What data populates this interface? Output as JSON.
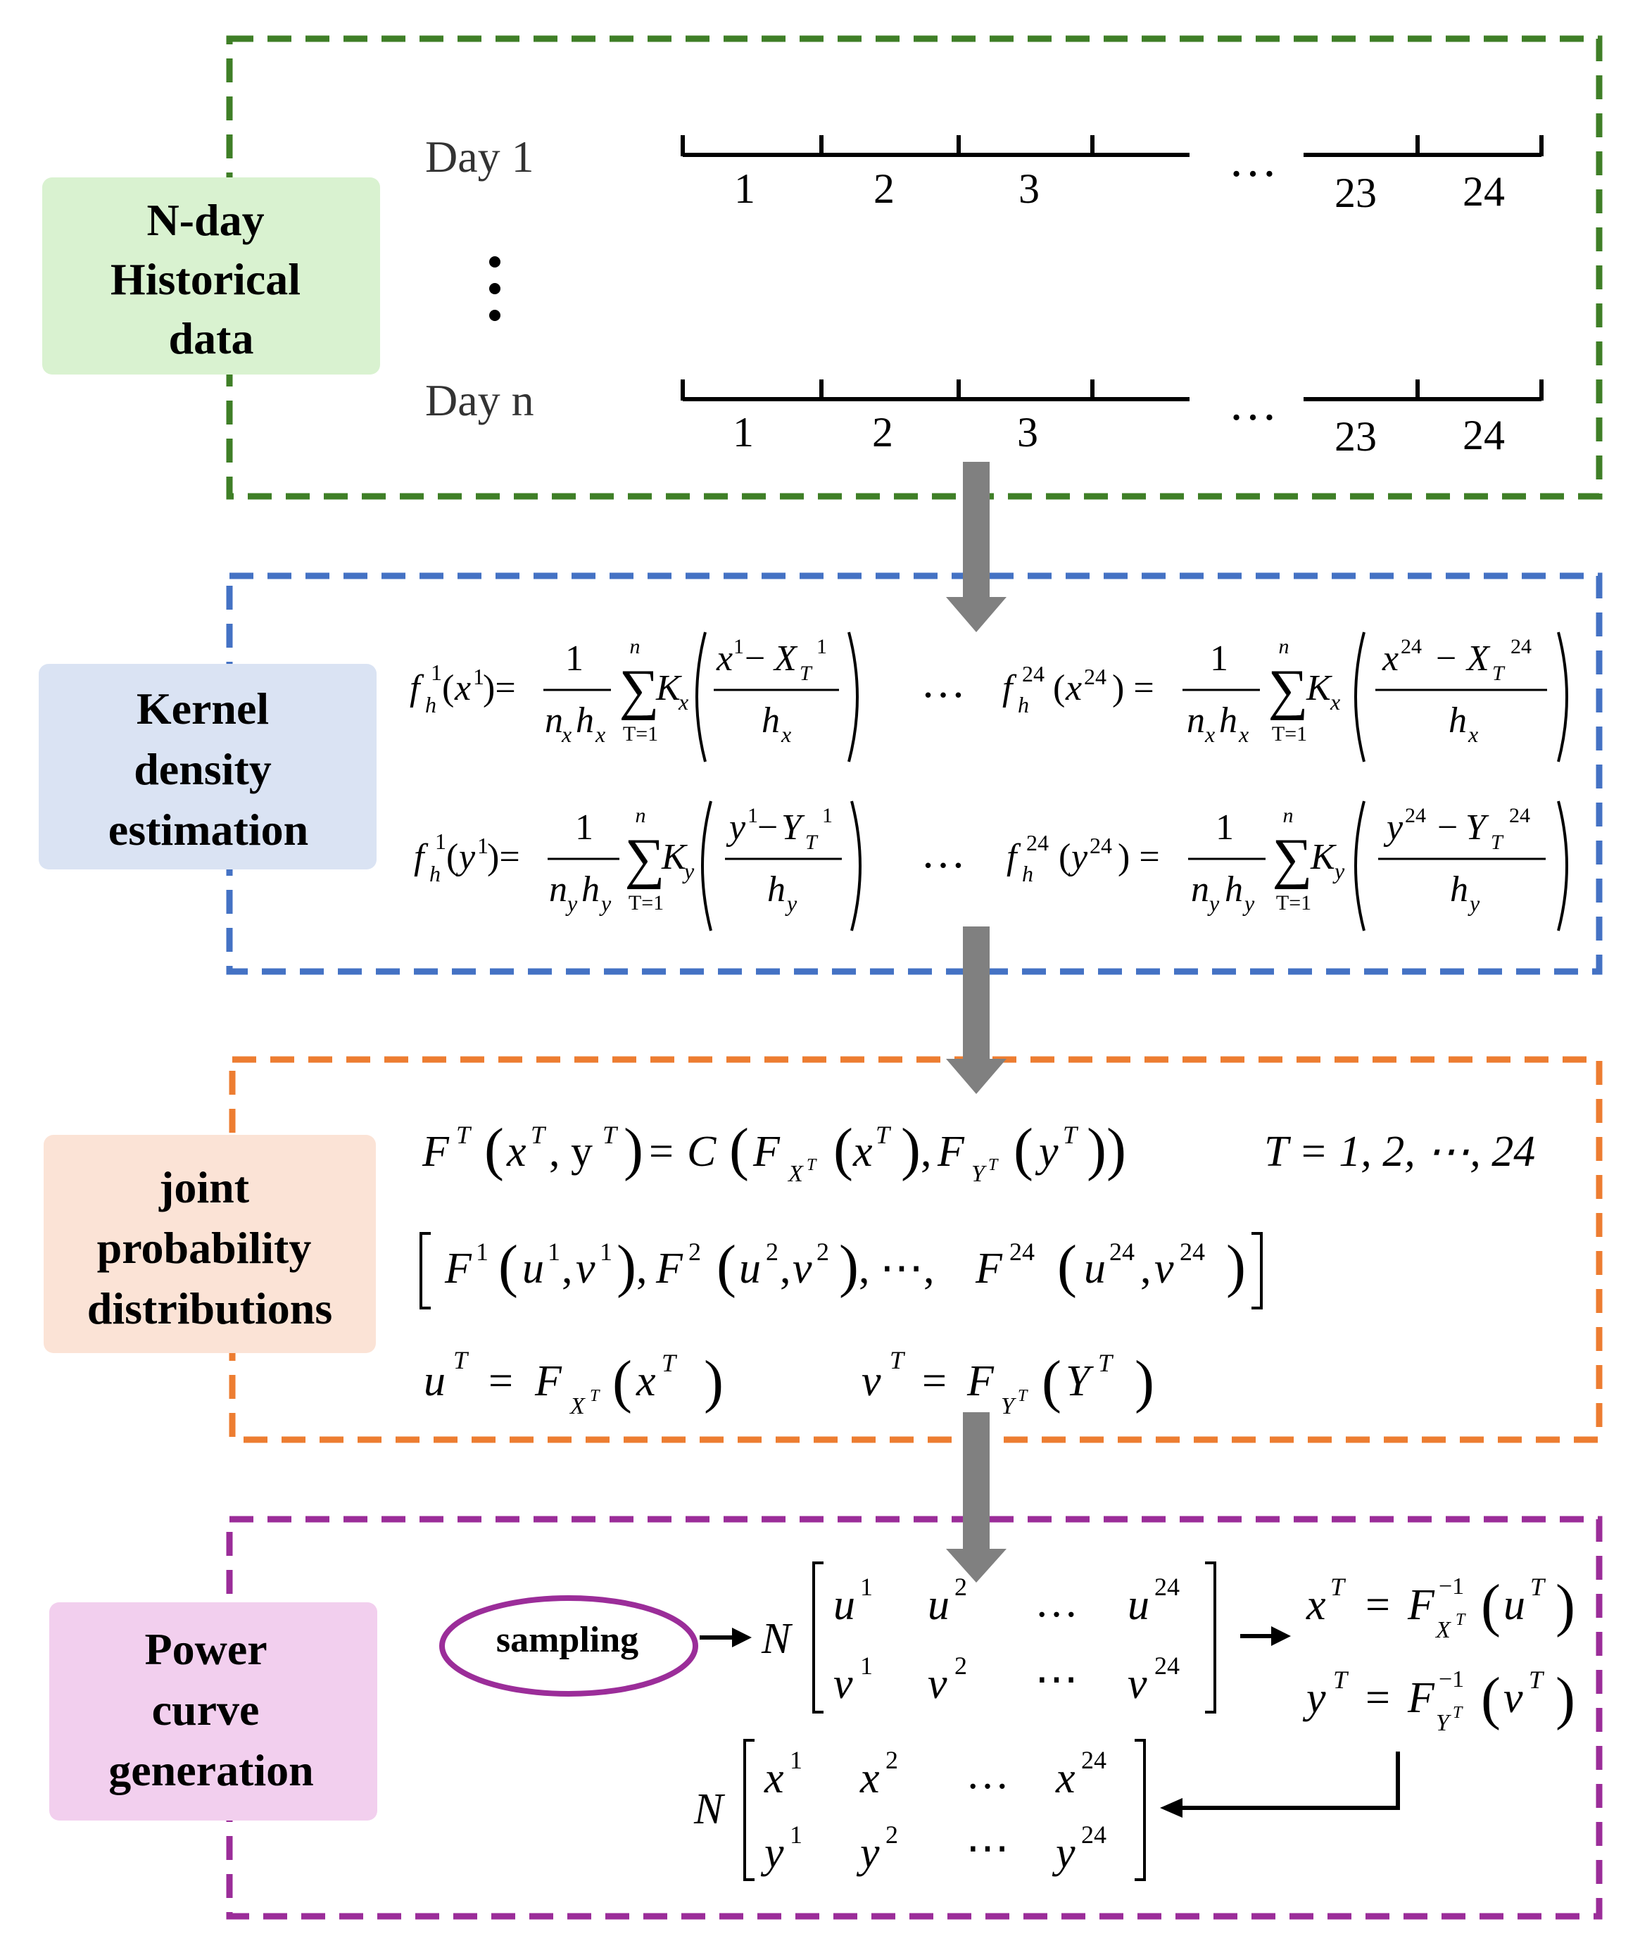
{
  "colors": {
    "stage1": "#3f7f27",
    "stage2": "#4472c4",
    "stage3": "#ed7d31",
    "stage4": "#9b2d99",
    "stage1_label_bg": "#d9f2d0",
    "stage2_label_bg": "#dae3f3",
    "stage3_label_bg": "#fbe3d6",
    "stage4_label_bg": "#f2cfee",
    "arrow": "#808080"
  },
  "stages": [
    {
      "label_lines": [
        "N-day",
        "Historical",
        "data"
      ]
    },
    {
      "label_lines": [
        "Kernel",
        "density",
        "estimation"
      ]
    },
    {
      "label_lines": [
        "joint",
        "probability",
        "distributions"
      ]
    },
    {
      "label_lines": [
        "Power",
        "curve",
        "generation"
      ]
    }
  ],
  "timeline": {
    "rows": [
      {
        "label": "Day 1"
      },
      {
        "label": "Day n"
      }
    ],
    "ticks": [
      "1",
      "2",
      "3",
      "23",
      "24"
    ],
    "ellipsis": "…",
    "vertical_ellipsis": "⋮"
  },
  "kde": {
    "sum_upper": "n",
    "sum_lower": "T=1",
    "numerator_one": "1",
    "hours": [
      "1",
      "24"
    ],
    "variables": [
      {
        "var": "x",
        "cap": "X",
        "sub": "x"
      },
      {
        "var": "y",
        "cap": "Y",
        "sub": "y"
      }
    ],
    "ellipsis": "…"
  },
  "joint": {
    "hour_range": "T = 1, 2, ⋯, 24",
    "line_copula": "F^T(x^T, y^T) = C(F_{X^T}(x^T), F_{Y^T}(y^T))",
    "line_set": "[F^1(u^1,v^1), F^2(u^2,v^2), ⋯, F^24(u^24,v^24)]",
    "line_u": "u^T = F_{X^T}(x^T)",
    "line_v": "v^T = F_{Y^T}(Y^T)"
  },
  "generation": {
    "sampling_label": "sampling",
    "matrix_symbol": "N",
    "uv_matrix": [
      [
        "u1",
        "u2",
        "…",
        "u24"
      ],
      [
        "v1",
        "v2",
        "⋯",
        "v24"
      ]
    ],
    "xy_matrix": [
      [
        "x1",
        "x2",
        "…",
        "x24"
      ],
      [
        "y1",
        "y2",
        "⋯",
        "y24"
      ]
    ],
    "inverse_x": "x^T = F^{-1}_{X^T}(u^T)",
    "inverse_y": "y^T = F^{-1}_{Y^T}(v^T)"
  }
}
